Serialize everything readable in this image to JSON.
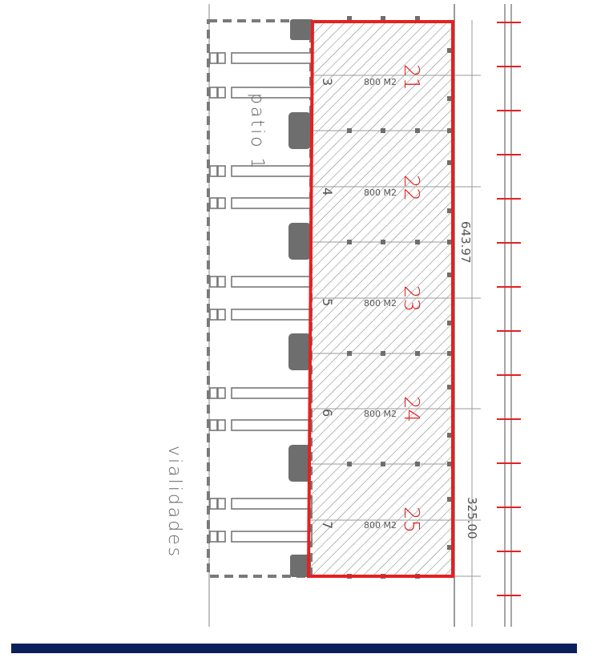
{
  "plan": {
    "area_label": "vialidades",
    "courtyard_label": "patio 1",
    "lots": [
      {
        "number": "21",
        "area": "800 M2",
        "index": "3"
      },
      {
        "number": "22",
        "area": "800 M2",
        "index": "4"
      },
      {
        "number": "23",
        "area": "800 M2",
        "index": "5"
      },
      {
        "number": "24",
        "area": "800 M2",
        "index": "6"
      },
      {
        "number": "25",
        "area": "800 M2",
        "index": "7"
      }
    ],
    "dimensions": {
      "long_side": "643.97",
      "short_side": "325.00"
    }
  },
  "colors": {
    "boundary": "#e62020",
    "lines": "#888888",
    "blocks": "#6e6e6e",
    "footer": "#0b1f5c"
  }
}
